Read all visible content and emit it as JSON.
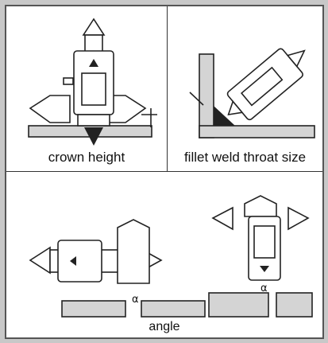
{
  "panels": {
    "crown": {
      "caption": "crown height"
    },
    "fillet": {
      "caption": "fillet weld throat size"
    },
    "angle": {
      "caption": "angle",
      "symbol": "α"
    }
  }
}
